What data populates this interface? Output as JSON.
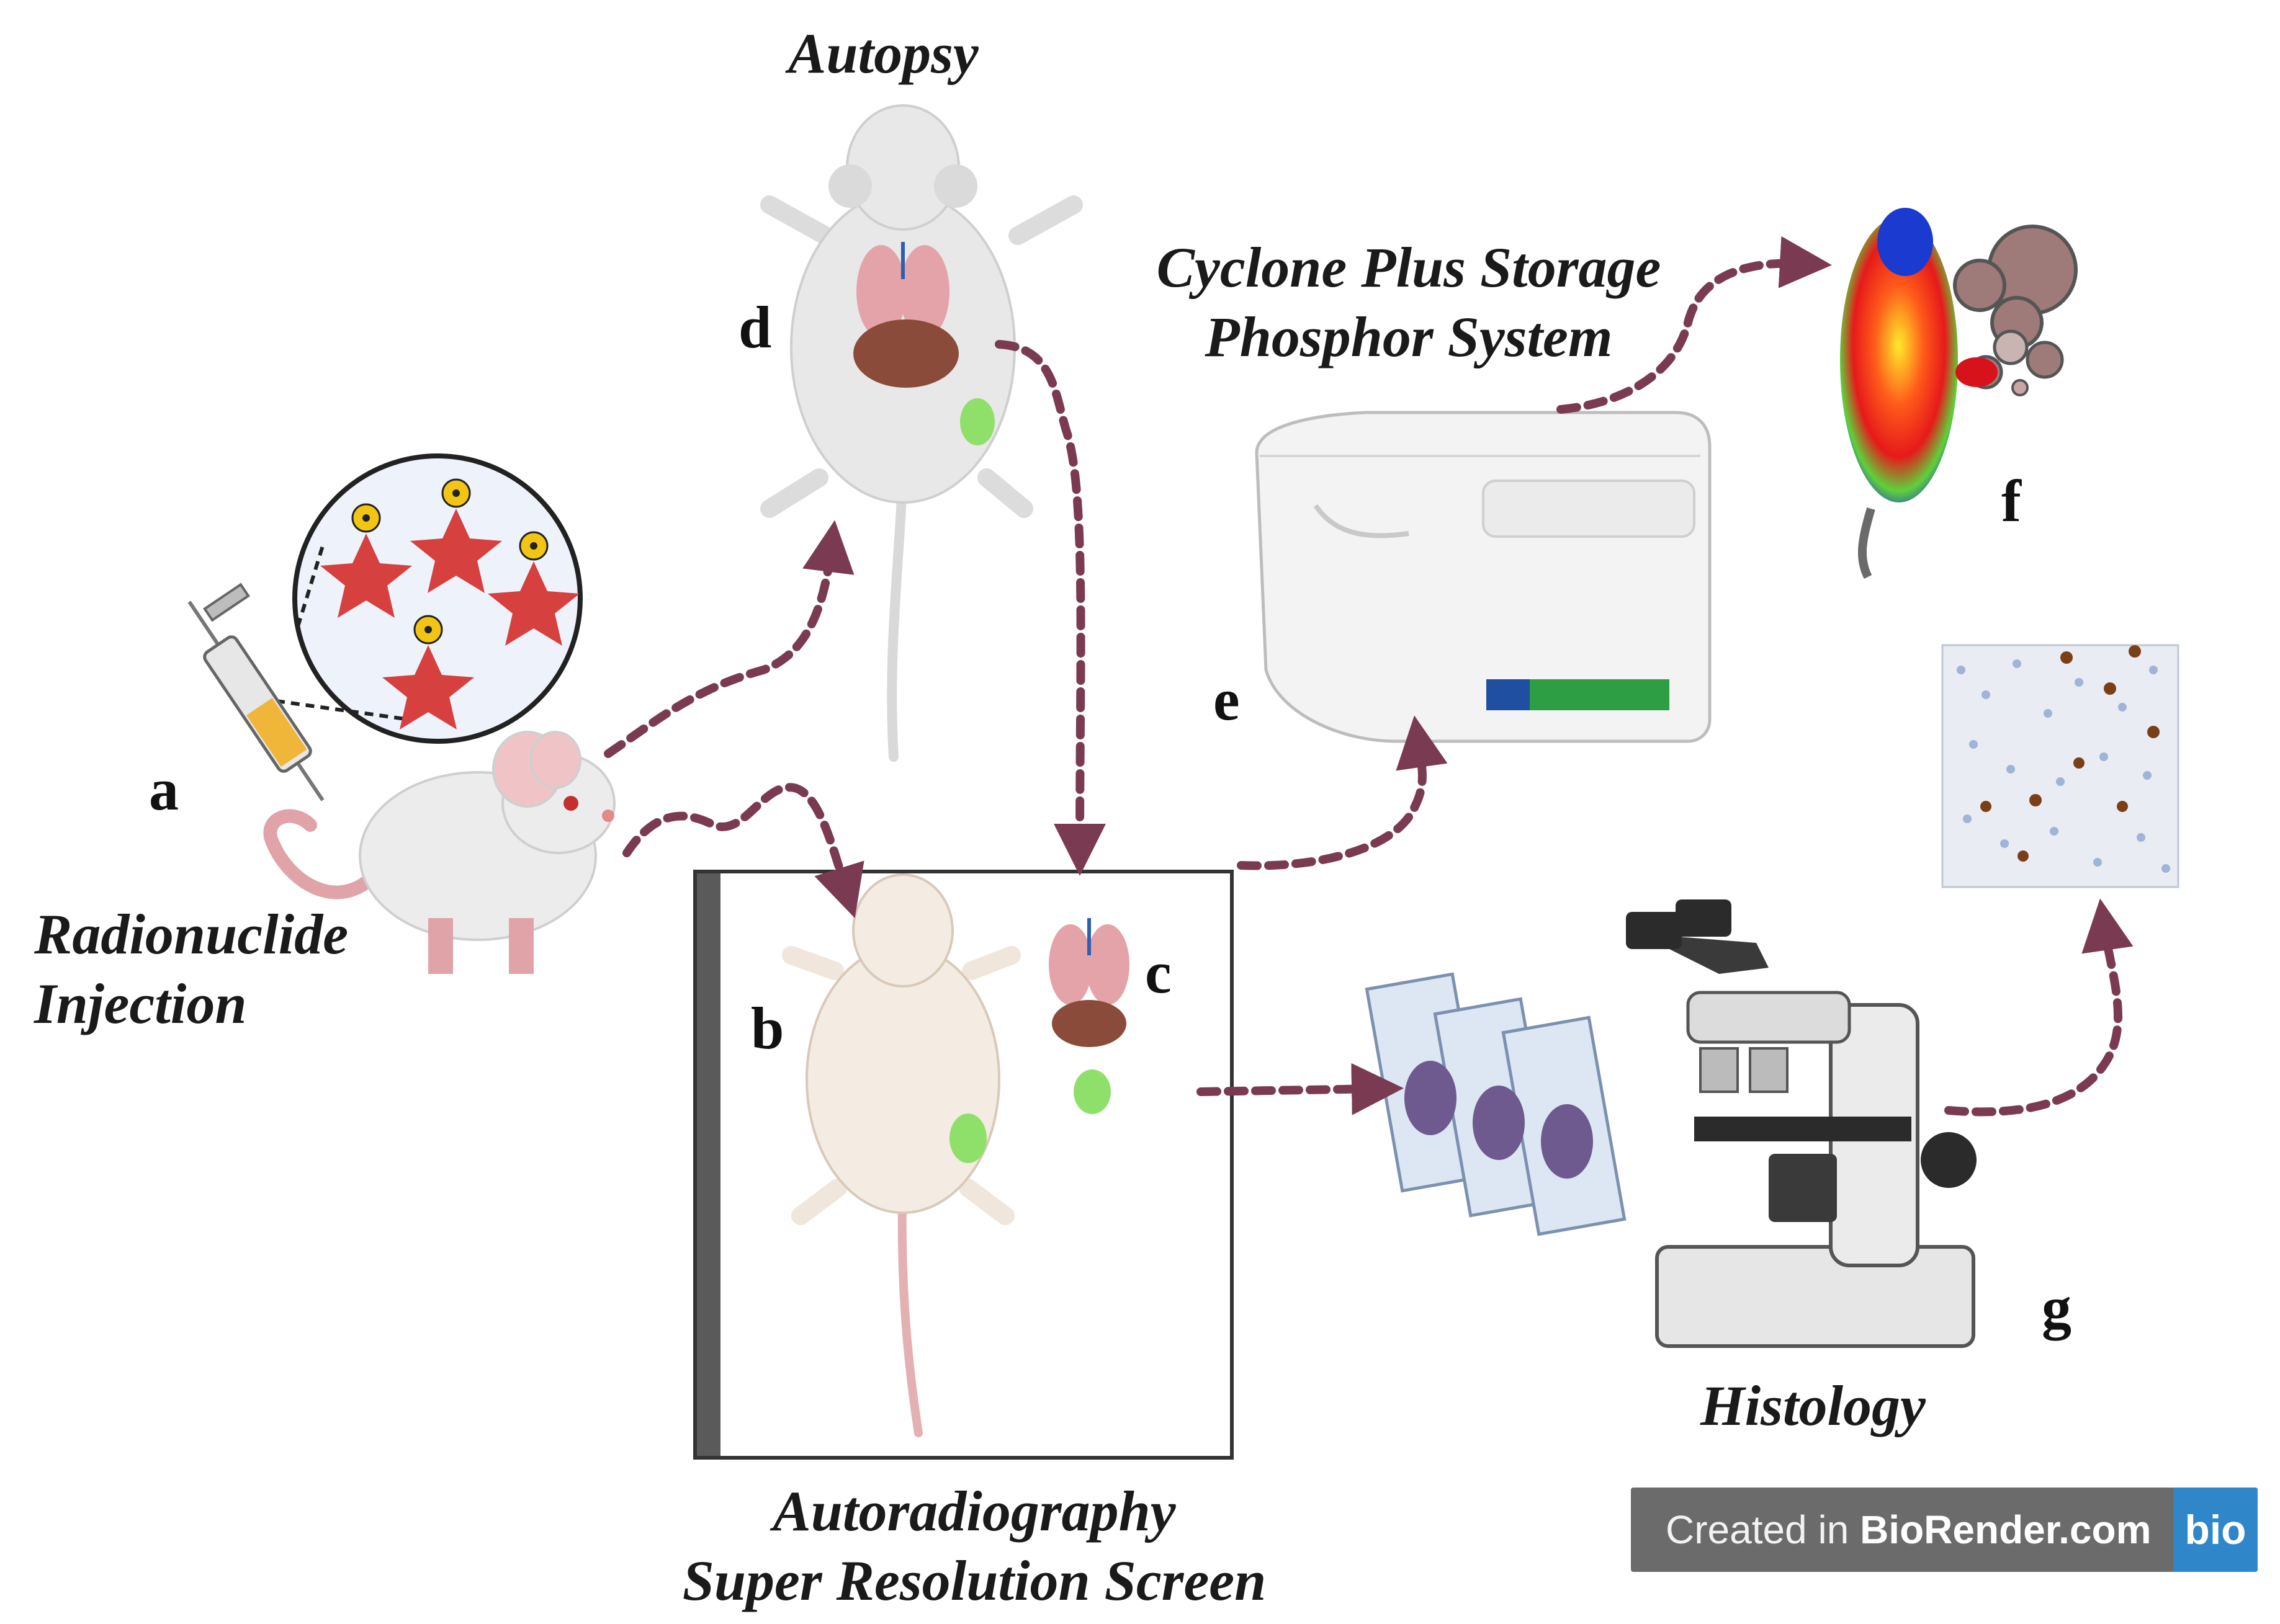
{
  "labels": {
    "autopsy": "Autopsy",
    "cyclone_line1": "Cyclone Plus Storage",
    "cyclone_line2": "Phosphor System",
    "radionuclide_line1": "Radionuclide",
    "radionuclide_line2": "Injection",
    "autoradiography_line1": "Autoradiography",
    "autoradiography_line2": "Super Resolution Screen",
    "histology": "Histology"
  },
  "letters": {
    "a": "a",
    "b": "b",
    "c": "c",
    "d": "d",
    "e": "e",
    "f": "f",
    "g": "g"
  },
  "badge": {
    "prefix": "Created in ",
    "brand": "BioRender.com",
    "logo": "bio"
  },
  "colors": {
    "arrow": "#7a3b52",
    "star": "#d6403f",
    "organ_lung": "#e4a3a8",
    "organ_liver": "#8a4b3a",
    "tumor": "#8fe06a",
    "mouse_body": "#ececec",
    "screen_bar": "#5a5a5a",
    "device_stripe": "#2e9e44"
  }
}
